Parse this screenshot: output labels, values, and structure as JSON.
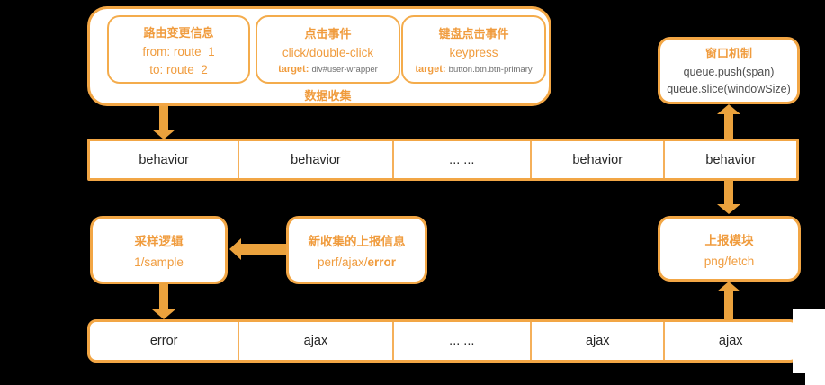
{
  "colors": {
    "background": "#000000",
    "box_fill": "#ffffff",
    "border_orange": "#F2A645",
    "arrow_orange": "#EBA23D",
    "text_orange": "#F09C3E",
    "text_gray": "#6F6F6F",
    "text_dark_gray": "#4E4E4E",
    "text_black": "#262626"
  },
  "collection": {
    "label": "数据收集",
    "boxes": [
      {
        "title": "路由变更信息",
        "lines": [
          "from: route_1",
          "to: route_2"
        ]
      },
      {
        "title": "点击事件",
        "lines": [
          "click/double-click"
        ],
        "target_label": "target:",
        "target_value": "div#user-wrapper"
      },
      {
        "title": "键盘点击事件",
        "lines": [
          "keypress"
        ],
        "target_label": "target:",
        "target_value": "button.btn.btn-primary"
      }
    ]
  },
  "window_box": {
    "title": "窗口机制",
    "lines": [
      "queue.push(span)",
      "queue.slice(windowSize)"
    ]
  },
  "behavior_bar": {
    "cells": [
      "behavior",
      "behavior",
      "... ...",
      "behavior",
      "behavior"
    ]
  },
  "sample_box": {
    "title": "采样逻辑",
    "subtitle": "1/sample"
  },
  "new_report_box": {
    "title": "新收集的上报信息",
    "subtitle_prefix": "perf/ajax/",
    "subtitle_bold": "error"
  },
  "report_module_box": {
    "title": "上报模块",
    "subtitle": "png/fetch"
  },
  "report_bar": {
    "cells": [
      "error",
      "ajax",
      "... ...",
      "ajax",
      "ajax"
    ]
  }
}
